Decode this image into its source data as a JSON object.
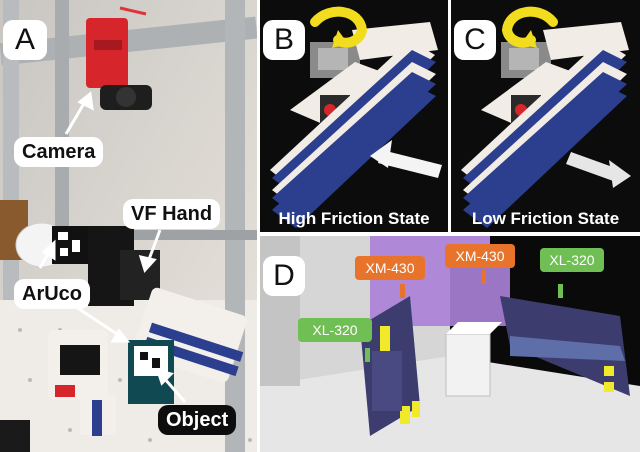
{
  "panels": {
    "a": {
      "letter": "A"
    },
    "b": {
      "letter": "B",
      "state": "High Friction State"
    },
    "c": {
      "letter": "C",
      "state": "Low Friction State"
    },
    "d": {
      "letter": "D"
    }
  },
  "callouts": {
    "camera": "Camera",
    "vf_hand": "VF Hand",
    "aruco": "ArUco",
    "object": "Object"
  },
  "motors": {
    "xm_left": "XM-430",
    "xm_right": "XM-430",
    "xl_left": "XL-320",
    "xl_right": "XL-320"
  },
  "colors": {
    "xm_tag": "#e8742c",
    "xl_tag": "#6fbf55",
    "finger_blue": "#2c3f8f",
    "rotation_arrow": "#f2dc1e",
    "sim_body": "#b088d8"
  }
}
